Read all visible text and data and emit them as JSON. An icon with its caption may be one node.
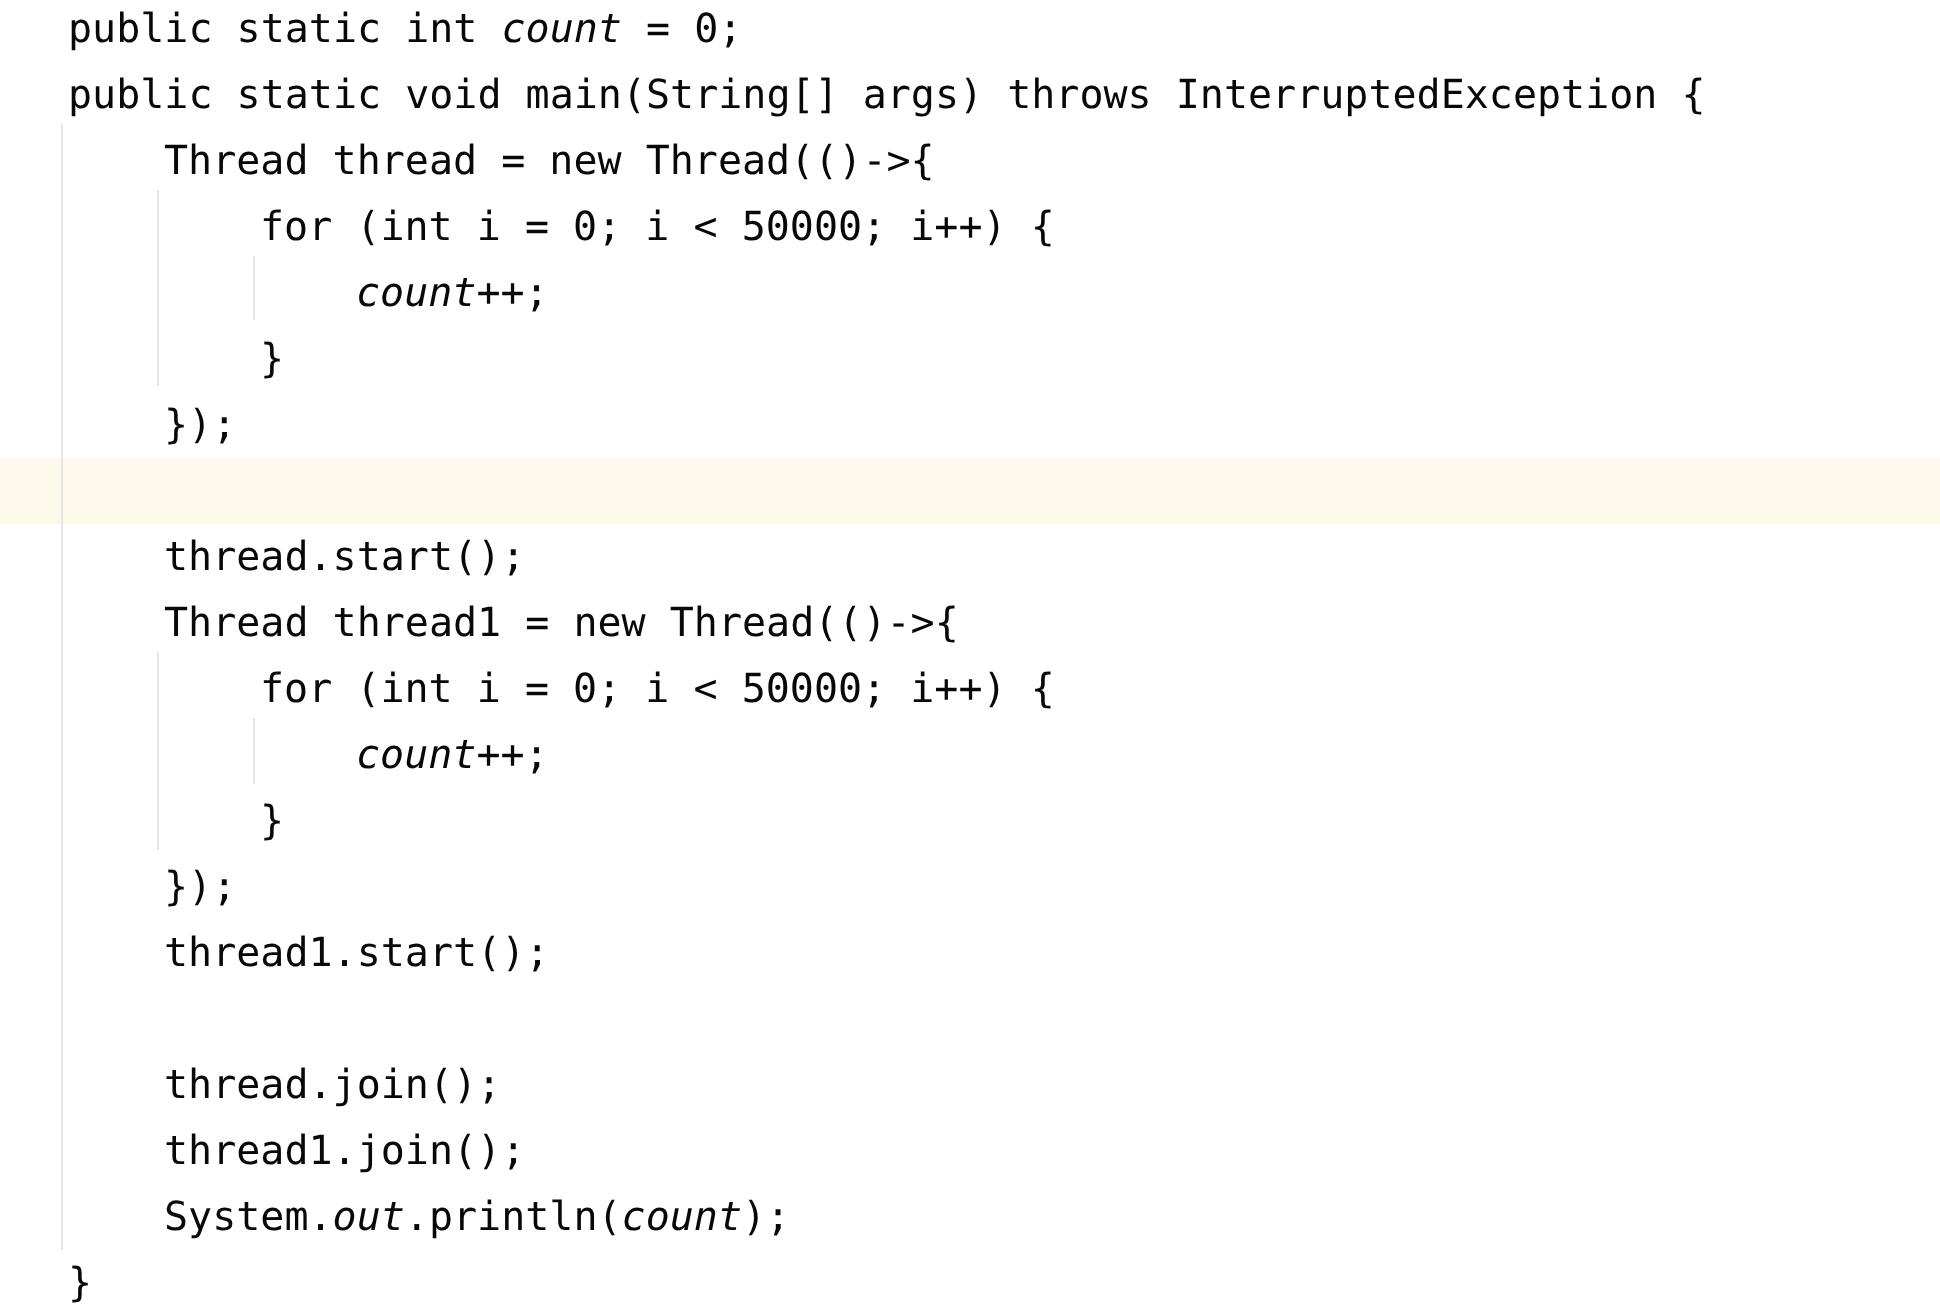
{
  "diagram": {
    "labels": [
      "public static int *count* = 0;",
      "public static void main(String[] args) throws InterruptedException {",
      "Thread thread = new Thread(()->{",
      "for (int i = 0; i < 50000; i++) {",
      "*count*++;",
      "}",
      "});",
      "thread.start();",
      "Thread thread1 = new Thread(()->{",
      "for (int i = 0; i < 50000; i++) {",
      "*count*++;",
      "}",
      "});",
      "thread1.start();",
      "thread.join();",
      "thread1.join();",
      "System.*out*.println(*count*);",
      "}"
    ]
  }
}
